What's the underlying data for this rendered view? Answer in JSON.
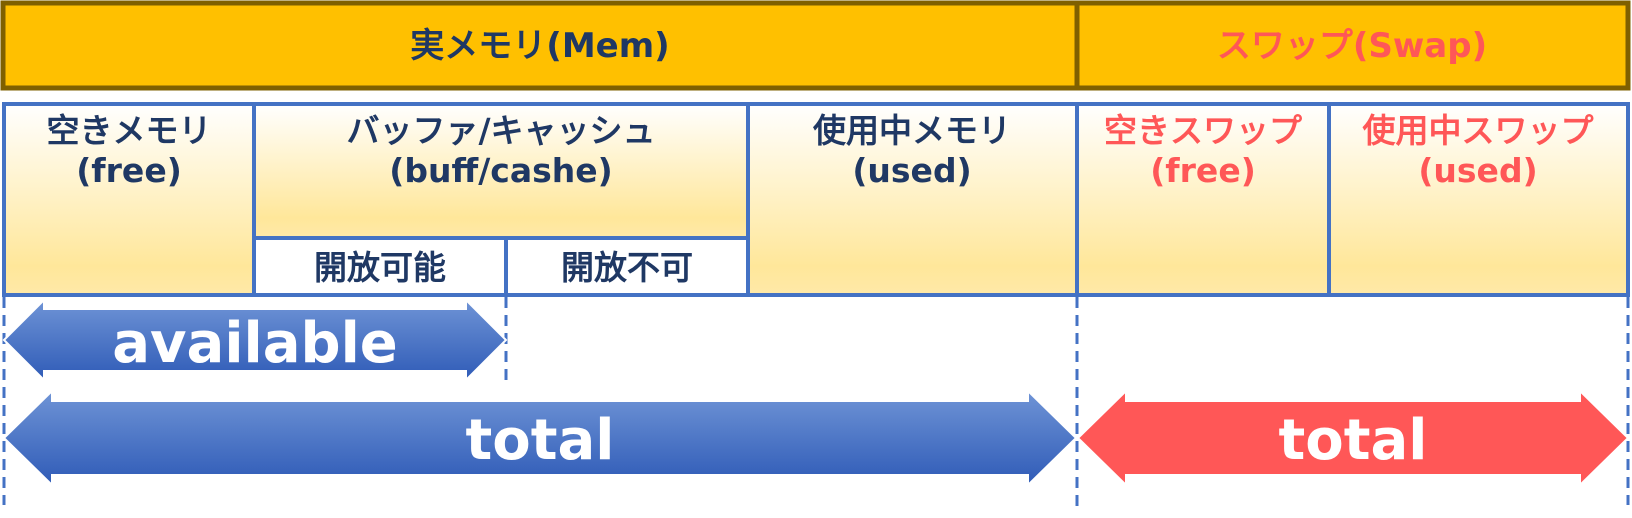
{
  "header": {
    "mem": "実メモリ(Mem)",
    "swap": "スワップ(Swap)"
  },
  "cells": {
    "free_mem": {
      "line1": "空きメモリ",
      "line2": "(free)"
    },
    "buff_cache": {
      "line1": "バッファ/キャッシュ",
      "line2": "(buff/cashe)",
      "releasable": "開放可能",
      "not_releasable": "開放不可"
    },
    "used_mem": {
      "line1": "使用中メモリ",
      "line2": "(used)"
    },
    "free_swap": {
      "line1": "空きスワップ",
      "line2": "(free)"
    },
    "used_swap": {
      "line1": "使用中スワップ",
      "line2": "(used)"
    }
  },
  "arrows": {
    "available": "available",
    "mem_total": "total",
    "swap_total": "total"
  },
  "colors": {
    "header_fill": "#FFC000",
    "header_border": "#7F6000",
    "mem_text": "#1F3864",
    "swap_text": "#FF5757",
    "cell_border": "#4472C4",
    "blue_arrow": "#3A67C2",
    "red_arrow": "#FF5757"
  }
}
